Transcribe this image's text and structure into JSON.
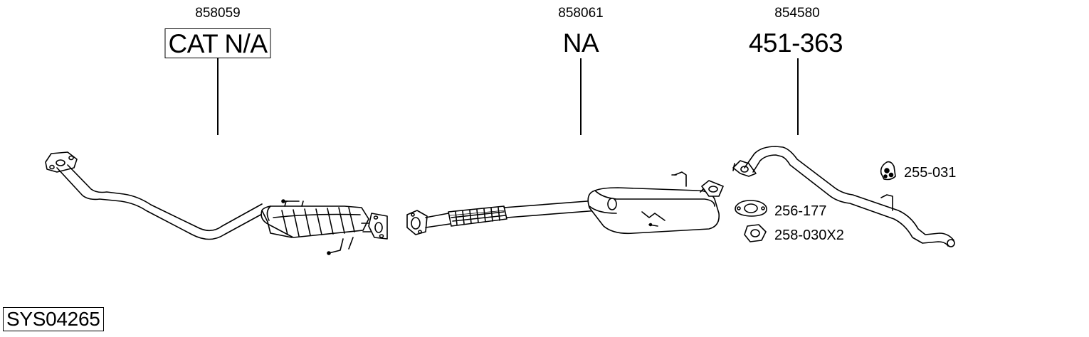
{
  "parts": [
    {
      "id": "front-pipe-cat",
      "ref_number": "858059",
      "code": "CAT N/A"
    },
    {
      "id": "middle-silencer",
      "ref_number": "858061",
      "code": "NA"
    },
    {
      "id": "tail-pipe",
      "ref_number": "854580",
      "code": "451-363"
    }
  ],
  "accessories": [
    {
      "icon": "rubber-mount-icon",
      "code": "255-031"
    },
    {
      "icon": "gasket-icon",
      "code": "256-177"
    },
    {
      "icon": "nut-icon",
      "code": "258-030X2"
    }
  ],
  "system_id": "SYS04265"
}
